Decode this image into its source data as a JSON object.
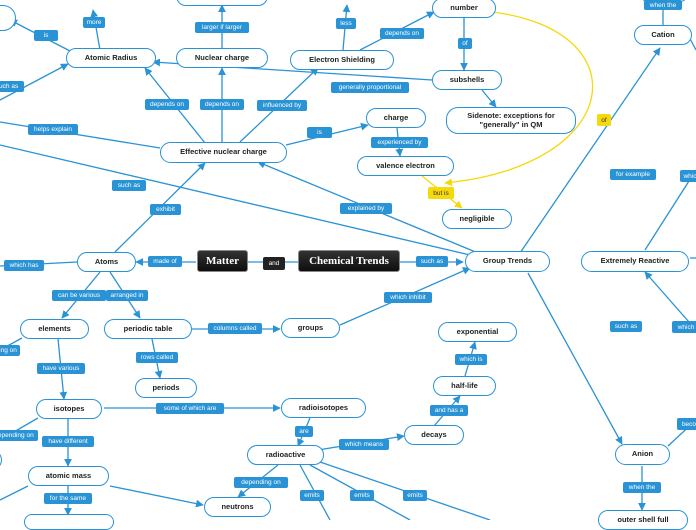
{
  "colors": {
    "line": "#2a93d5",
    "special": "#f5d90a",
    "dark": "#222222"
  },
  "nodes": {
    "matter": "Matter",
    "chemical_trends": "Chemical Trends",
    "atomic_radius": "Atomic Radius",
    "nuclear_charge": "Nuclear charge",
    "electron_shielding": "Electron Shielding",
    "number": "number",
    "subshells": "subshells",
    "sidenote": "Sidenote: exceptions for \"generally\" in QM",
    "charge": "charge",
    "valence_electron": "valence electron",
    "negligible": "negligible",
    "effective_nuclear_charge": "Effective nuclear charge",
    "cation": "Cation",
    "group_trends": "Group Trends",
    "extremely_reactive": "Extremely Reactive",
    "atoms": "Atoms",
    "elements": "elements",
    "periodic_table": "periodic table",
    "groups": "groups",
    "periods": "periods",
    "isotopes": "isotopes",
    "radioisotopes": "radioisotopes",
    "exponential": "exponential",
    "half_life": "half-life",
    "decays": "decays",
    "radioactive": "radioactive",
    "atomic_mass": "atomic mass",
    "neutrons": "neutrons",
    "anion": "Anion"
  },
  "labels": {
    "more": "more",
    "is": "is",
    "larger_if_larger": "larger if larger",
    "less": "less",
    "depends_on_number": "depends on",
    "of_number": "of",
    "generally_proportional": "generally proportional",
    "such_as_left": "such as",
    "depends_on_1": "depends on",
    "depends_on_2": "depends on",
    "influenced_by": "influenced by",
    "is_charge": "is",
    "experienced_by": "experienced by",
    "helps_explain": "helps explain",
    "but_is": "but is",
    "of_yellow": "of",
    "such_as_2": "such as",
    "exhibit": "exhibit",
    "explained_by": "explained by",
    "for_example": "for example",
    "when_the_top": "when the",
    "which_right": "whic",
    "which_has": "which has",
    "made_of": "made of",
    "and": "and",
    "such_as_group": "such as",
    "can_be_various": "can be various",
    "arranged_in": "arranged in",
    "columns_called": "columns called",
    "which_inhibit": "which inhibit",
    "depending_on_1": "ing on",
    "rows_called": "rows called",
    "have_various": "have various",
    "such_as_3": "such as",
    "which_is": "which is",
    "which_right_2": "which",
    "some_of_which_are": "some of which are",
    "and_has_a": "and has a",
    "are": "are",
    "which_means": "which means",
    "depending_on_2": "depending on",
    "have_different": "have different",
    "become": "beco",
    "depending_on_3": "depending on",
    "for_the_same": "for the same",
    "emits_1": "emits",
    "emits_2": "emits",
    "emits_3": "emits",
    "when_the_anion": "when the",
    "outer_shell_full": "outer shell full"
  }
}
